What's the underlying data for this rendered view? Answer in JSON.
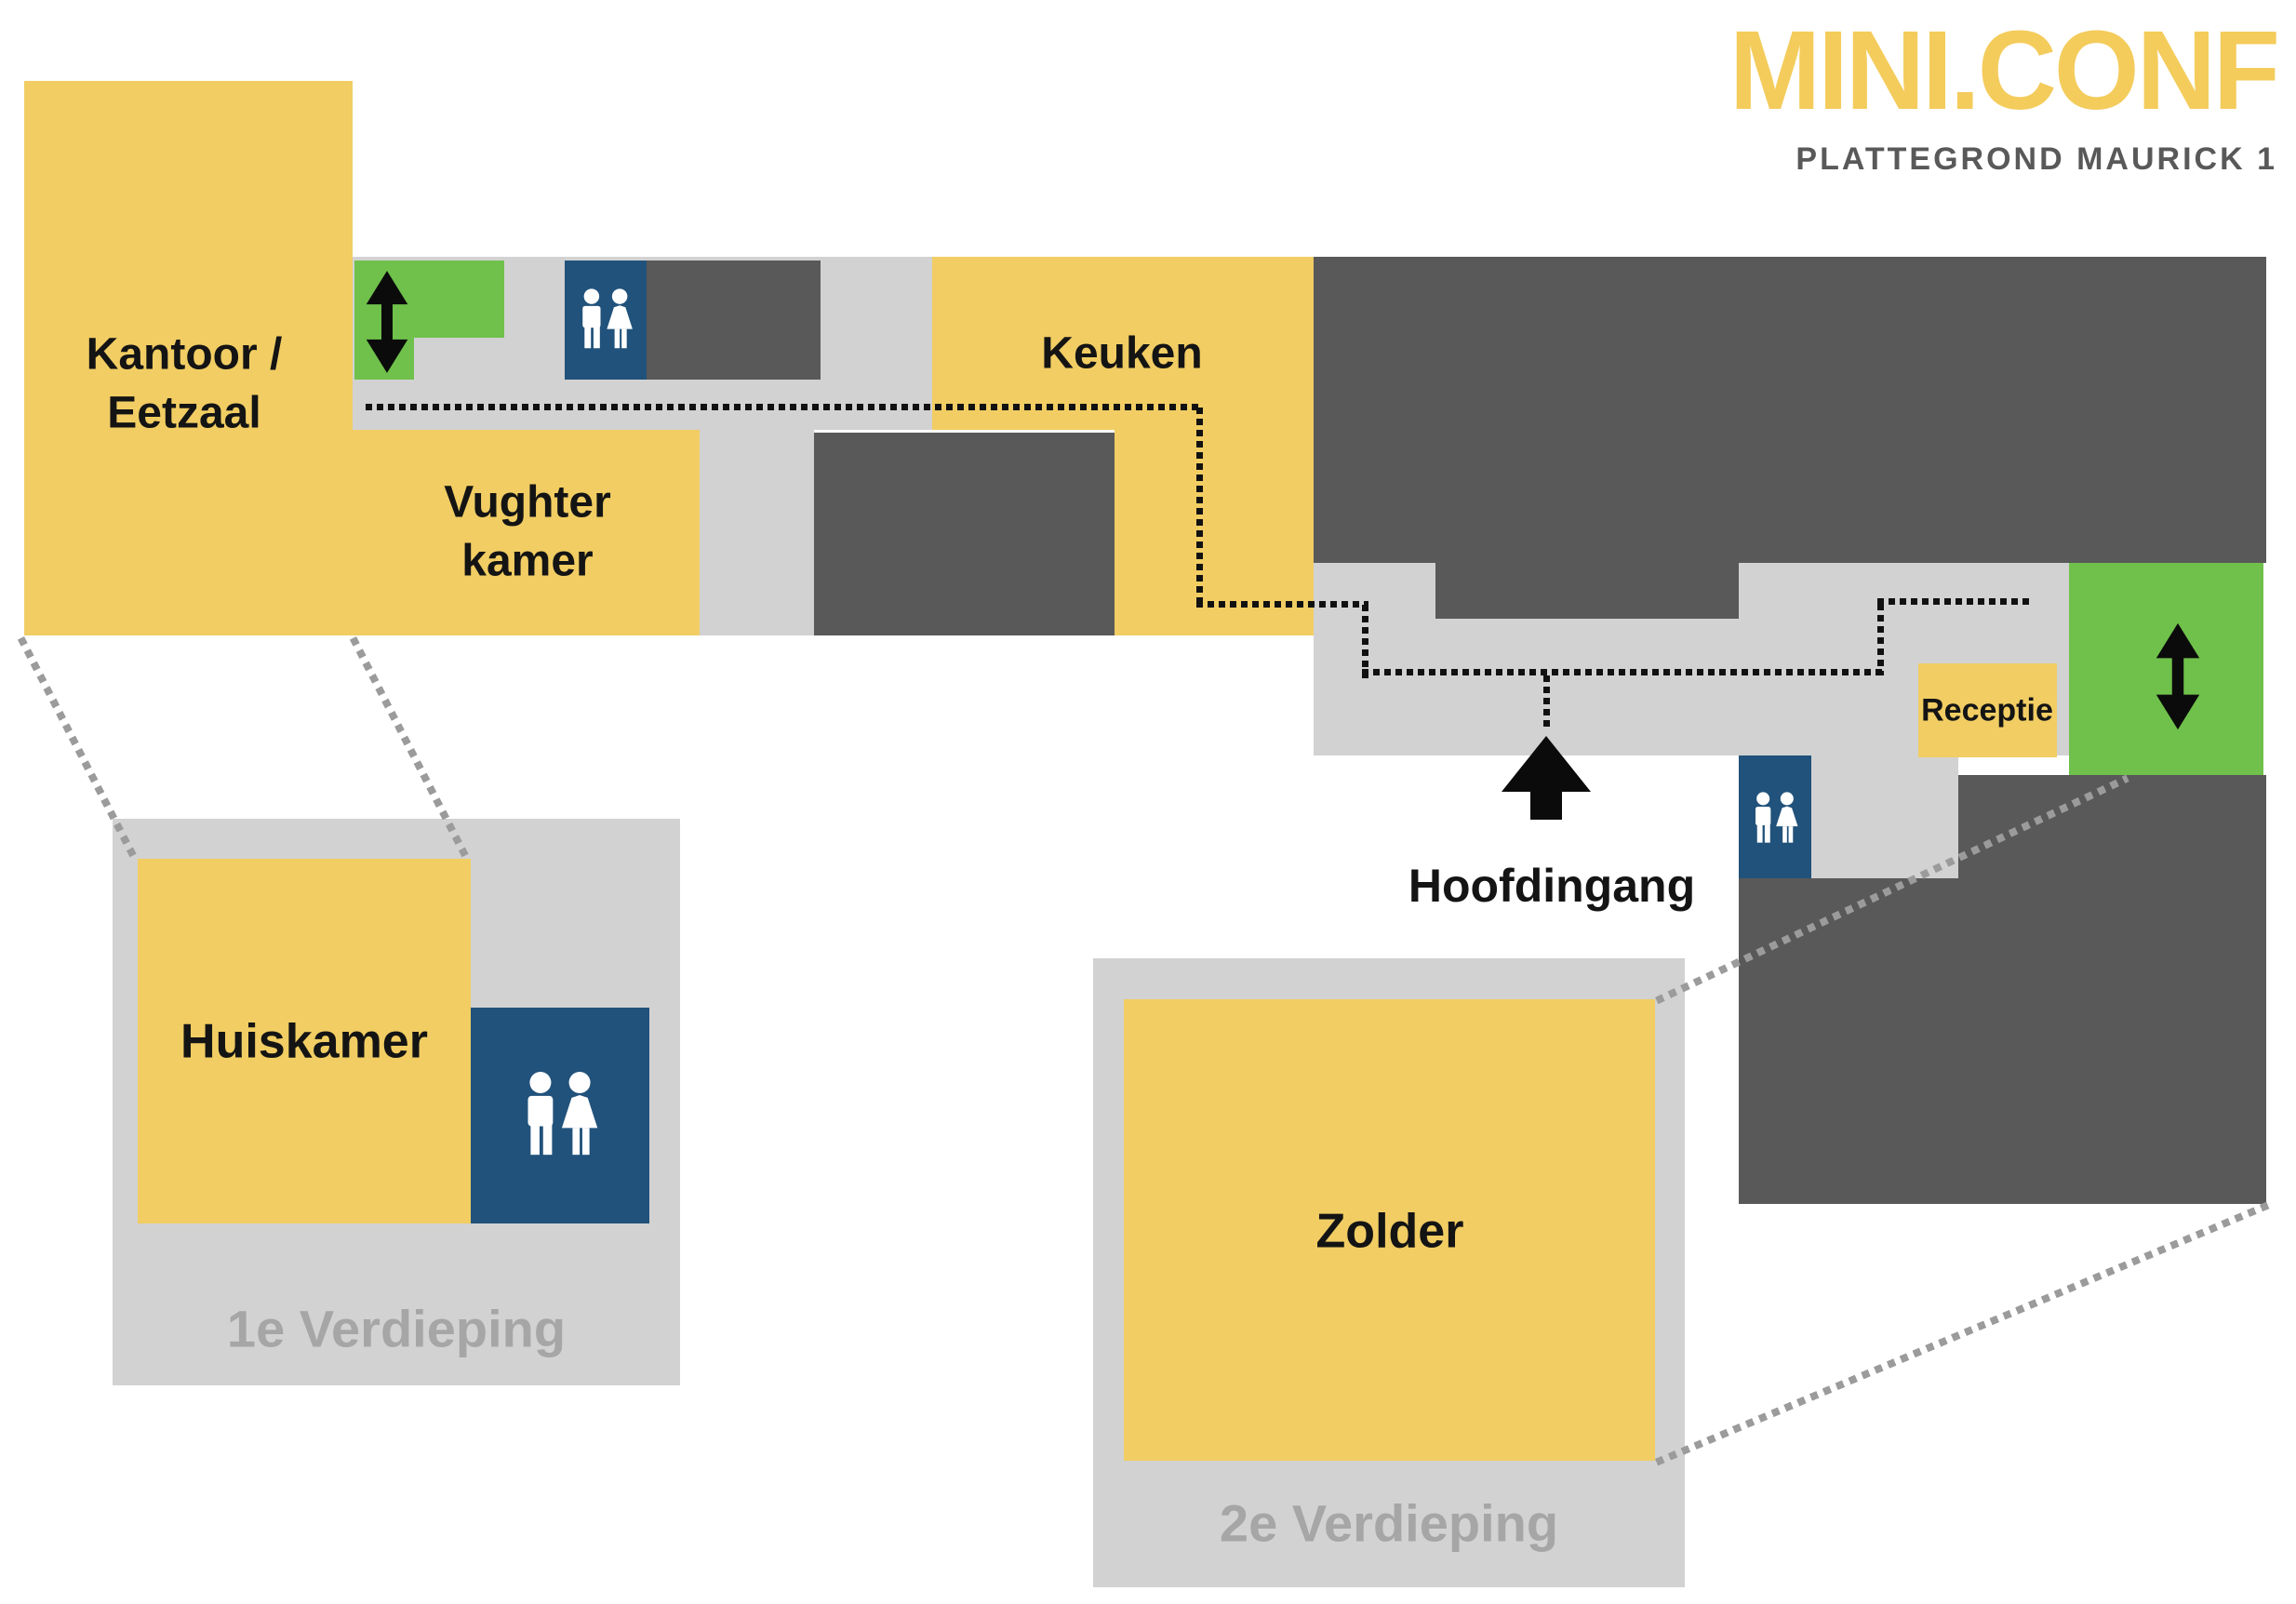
{
  "header": {
    "logo": "MINI.CONF",
    "tagline": "PLATTEGROND MAURICK 1"
  },
  "palette": {
    "yellow": "#F1CD63",
    "green": "#6FC14B",
    "blue": "#21527B",
    "dark_gray": "#595959",
    "light_gray": "#D2D2D2",
    "floor_label_gray": "#A6A6A6",
    "connector_gray": "#9B9B9B",
    "text_black": "#141414",
    "path_black": "#111111",
    "logo_yellow": "#F4CC5C",
    "tagline_gray": "#595959"
  },
  "ground_floor": {
    "kantoor": {
      "line1": "Kantoor /",
      "line2": "Eetzaal"
    },
    "vughter": {
      "line1": "Vughter",
      "line2": "kamer"
    },
    "keuken": {
      "label": "Keuken"
    },
    "receptie": {
      "label": "Receptie"
    },
    "entrance": {
      "label": "Hoofdingang"
    }
  },
  "floors": [
    {
      "room": "Huiskamer",
      "label": "1e Verdieping"
    },
    {
      "room": "Zolder",
      "label": "2e Verdieping"
    }
  ],
  "icons": {
    "wc": "man-woman-restroom-icon",
    "elevator": "up-down-arrow-icon",
    "entrance": "up-arrow-icon"
  }
}
